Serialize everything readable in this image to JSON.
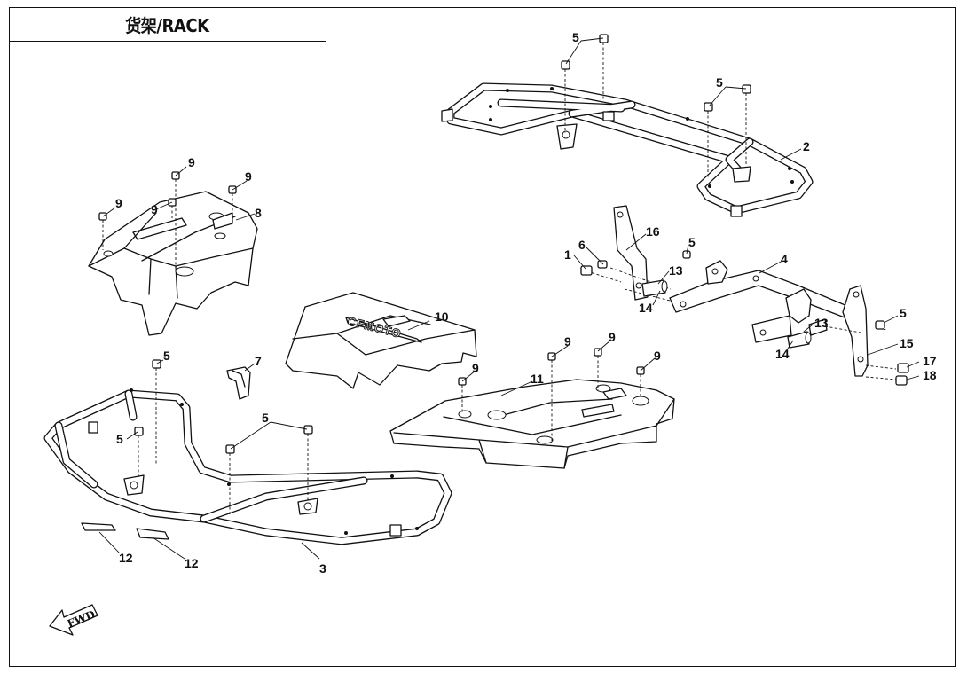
{
  "title": "货架/RACK",
  "callouts": {
    "c1": "1",
    "c2": "2",
    "c3": "3",
    "c4": "4",
    "c5": "5",
    "c6": "6",
    "c7": "7",
    "c8": "8",
    "c9": "9",
    "c10": "10",
    "c11": "11",
    "c12": "12",
    "c13": "13",
    "c14": "14",
    "c15": "15",
    "c16": "16",
    "c17": "17",
    "c18": "18"
  },
  "part_logo": "CFMOTO",
  "direction_arrow": "FWD"
}
